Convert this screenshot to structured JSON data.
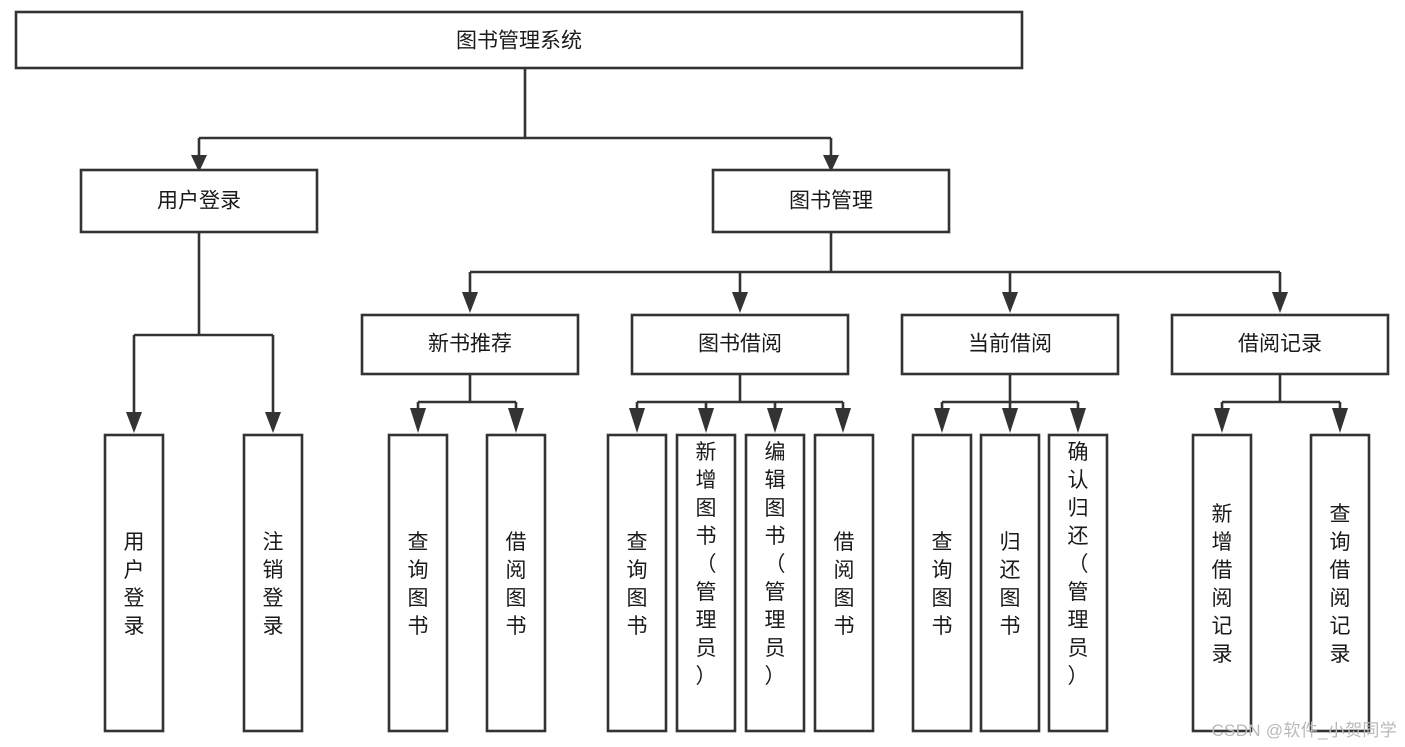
{
  "diagram": {
    "type": "tree",
    "title": "图书管理系统",
    "orientation": "top-down",
    "background_color": "#ffffff",
    "box_stroke_color": "#333333",
    "box_fill_color": "#ffffff",
    "text_color": "#1a1a1a",
    "nodes": {
      "root": {
        "label": "图书管理系统",
        "level": 0,
        "orientation": "horizontal"
      },
      "l1": [
        {
          "label": "用户登录",
          "level": 1,
          "orientation": "horizontal"
        },
        {
          "label": "图书管理",
          "level": 1,
          "orientation": "horizontal"
        }
      ],
      "l2": [
        {
          "label": "新书推荐",
          "level": 2,
          "orientation": "horizontal"
        },
        {
          "label": "图书借阅",
          "level": 2,
          "orientation": "horizontal"
        },
        {
          "label": "当前借阅",
          "level": 2,
          "orientation": "horizontal"
        },
        {
          "label": "借阅记录",
          "level": 2,
          "orientation": "horizontal"
        }
      ],
      "leaves": {
        "user_login": [
          {
            "label": "用户登录",
            "orientation": "vertical",
            "align": "middle"
          },
          {
            "label": "注销登录",
            "orientation": "vertical",
            "align": "middle"
          }
        ],
        "new_book": [
          {
            "label": "查询图书",
            "orientation": "vertical",
            "align": "middle"
          },
          {
            "label": "借阅图书",
            "orientation": "vertical",
            "align": "middle"
          }
        ],
        "book_borrow": [
          {
            "label": "查询图书",
            "orientation": "vertical",
            "align": "middle"
          },
          {
            "label": "新增图书（管理员）",
            "orientation": "vertical",
            "align": "top"
          },
          {
            "label": "编辑图书（管理员）",
            "orientation": "vertical",
            "align": "top"
          },
          {
            "label": "借阅图书",
            "orientation": "vertical",
            "align": "middle"
          }
        ],
        "current_borrow": [
          {
            "label": "查询图书",
            "orientation": "vertical",
            "align": "middle"
          },
          {
            "label": "归还图书",
            "orientation": "vertical",
            "align": "middle"
          },
          {
            "label": "确认归还（管理员）",
            "orientation": "vertical",
            "align": "top"
          }
        ],
        "borrow_record": [
          {
            "label": "新增借阅记录",
            "orientation": "vertical",
            "align": "middle"
          },
          {
            "label": "查询借阅记录",
            "orientation": "vertical",
            "align": "middle"
          }
        ]
      }
    },
    "edges": [
      {
        "from": "图书管理系统",
        "to": "用户登录"
      },
      {
        "from": "图书管理系统",
        "to": "图书管理"
      },
      {
        "from": "图书管理",
        "to": "新书推荐"
      },
      {
        "from": "图书管理",
        "to": "图书借阅"
      },
      {
        "from": "图书管理",
        "to": "当前借阅"
      },
      {
        "from": "图书管理",
        "to": "借阅记录"
      },
      {
        "from": "用户登录",
        "to": "用户登录"
      },
      {
        "from": "用户登录",
        "to": "注销登录"
      },
      {
        "from": "新书推荐",
        "to": "查询图书"
      },
      {
        "from": "新书推荐",
        "to": "借阅图书"
      },
      {
        "from": "图书借阅",
        "to": "查询图书"
      },
      {
        "from": "图书借阅",
        "to": "新增图书（管理员）"
      },
      {
        "from": "图书借阅",
        "to": "编辑图书（管理员）"
      },
      {
        "from": "图书借阅",
        "to": "借阅图书"
      },
      {
        "from": "当前借阅",
        "to": "查询图书"
      },
      {
        "from": "当前借阅",
        "to": "归还图书"
      },
      {
        "from": "当前借阅",
        "to": "确认归还（管理员）"
      },
      {
        "from": "借阅记录",
        "to": "新增借阅记录"
      },
      {
        "from": "借阅记录",
        "to": "查询借阅记录"
      }
    ]
  },
  "watermark": {
    "text": "CSDN @软件_小贺同学",
    "color": "#b9b9b9"
  }
}
